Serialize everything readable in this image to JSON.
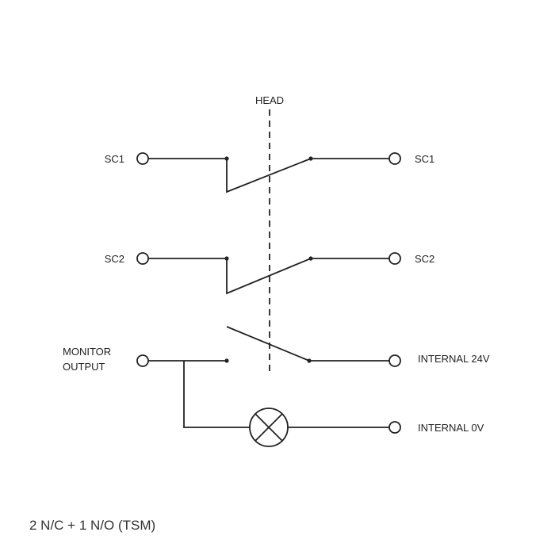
{
  "diagram": {
    "head_label": "HEAD",
    "left_labels": {
      "sc1": "SC1",
      "sc2": "SC2",
      "monitor_line1": "MONITOR",
      "monitor_line2": "OUTPUT"
    },
    "right_labels": {
      "sc1": "SC1",
      "sc2": "SC2",
      "internal_24v": "INTERNAL 24V",
      "internal_0v": "INTERNAL 0V"
    },
    "caption": "2 N/C + 1 N/O (TSM)"
  }
}
